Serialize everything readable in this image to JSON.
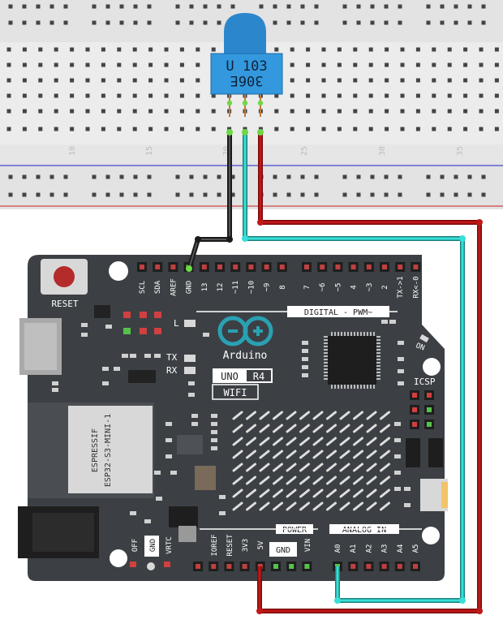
{
  "breadboard": {
    "column_labels": [
      "10",
      "15",
      "20",
      "25",
      "30",
      "35"
    ]
  },
  "potentiometer": {
    "marking_line1": "U 103",
    "marking_line2": "306E"
  },
  "board": {
    "reset_label": "RESET",
    "digital_header_label": "DIGITAL - PWM~",
    "digital_pins": [
      "SCL",
      "SDA",
      "AREF",
      "GND",
      "13",
      "12",
      "~11",
      "~10",
      "~9",
      "8",
      "7",
      "~6",
      "~5",
      "4",
      "~3",
      "2",
      "TX->1",
      "RX<-0"
    ],
    "led_l": "L",
    "led_tx": "TX",
    "led_rx": "RX",
    "brand": "Arduino",
    "model": "UNO",
    "revision": "R4",
    "variant": "WIFI",
    "module_line1": "ESPRESSIF",
    "module_line2": "ESP32-S3-MINI-1",
    "on_label": "ON",
    "icsp_label": "ICSP",
    "power_label": "POWER",
    "analog_label": "ANALOG IN",
    "power_pins": [
      "IOREF",
      "RESET",
      "3V3",
      "5V",
      "GND",
      "VIN"
    ],
    "power_gnd_box": "GND",
    "analog_pins": [
      "A0",
      "A1",
      "A2",
      "A3",
      "A4",
      "A5"
    ],
    "bottom_left_labels": [
      "OFF",
      "GND",
      "VRTC"
    ]
  },
  "colors": {
    "board": "#3d4145",
    "breadboard": "#e6e6e6",
    "wire_gnd": "#222222",
    "wire_signal": "#2fd0c8",
    "wire_vcc": "#b01212",
    "pot_body": "#2f8ed6"
  }
}
